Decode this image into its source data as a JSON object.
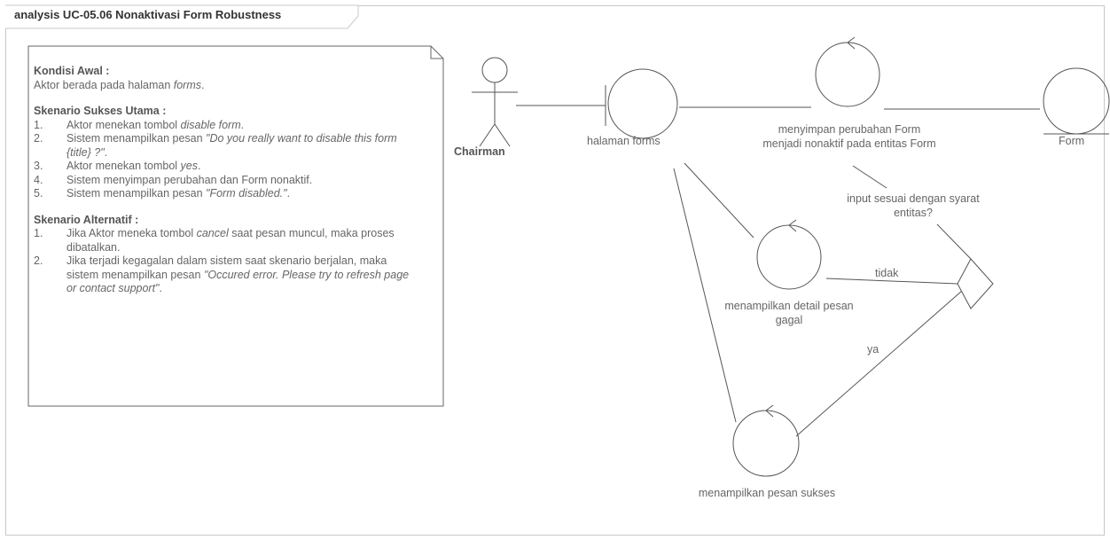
{
  "diagram_title": "analysis UC-05.06 Nonaktivasi Form Robustness",
  "note": {
    "kondisi_awal": {
      "heading": "Kondisi Awal :",
      "text_prefix": "Aktor berada pada halaman ",
      "text_italic": "forms",
      "text_suffix": "."
    },
    "sukses": {
      "heading": "Skenario Sukses Utama :",
      "items": [
        {
          "num": "1.",
          "a": "Aktor menekan tombol ",
          "i": "disable form",
          "b": "."
        },
        {
          "num": "2.",
          "a": "Sistem menampilkan pesan ",
          "i": "\"Do you really want to disable this form {title} ?\"",
          "b": "."
        },
        {
          "num": "3.",
          "a": "Aktor menekan tombol ",
          "i": "yes",
          "b": "."
        },
        {
          "num": "4.",
          "a": "Sistem menyimpan perubahan dan Form nonaktif.",
          "i": "",
          "b": ""
        },
        {
          "num": "5.",
          "a": "Sistem menampilkan pesan ",
          "i": "\"Form disabled.\"",
          "b": "."
        }
      ]
    },
    "alternatif": {
      "heading": "Skenario Alternatif :",
      "items": [
        {
          "num": "1.",
          "a": "Jika Aktor meneka tombol ",
          "i": "cancel",
          "b": " saat pesan muncul, maka proses dibatalkan."
        },
        {
          "num": "2.",
          "a": "Jika terjadi kegagalan dalam sistem saat skenario berjalan, maka sistem menampilkan pesan ",
          "i": "\"Occured error. Please try to refresh page or contact support\"",
          "b": "."
        }
      ]
    }
  },
  "elements": {
    "actor": "Chairman",
    "boundary": "halaman forms",
    "control_save": "menyimpan perubahan Form menjadi nonaktif pada entitas Form",
    "entity": "Form",
    "decision": "input sesuai dengan syarat entitas?",
    "control_fail": "menampilkan detail pesan gagal",
    "control_success": "menampilkan pesan sukses"
  },
  "edges": {
    "no": "tidak",
    "yes": "ya"
  },
  "colors": {
    "line": "#555555",
    "text": "#666666",
    "frame": "#c8c8c8"
  }
}
